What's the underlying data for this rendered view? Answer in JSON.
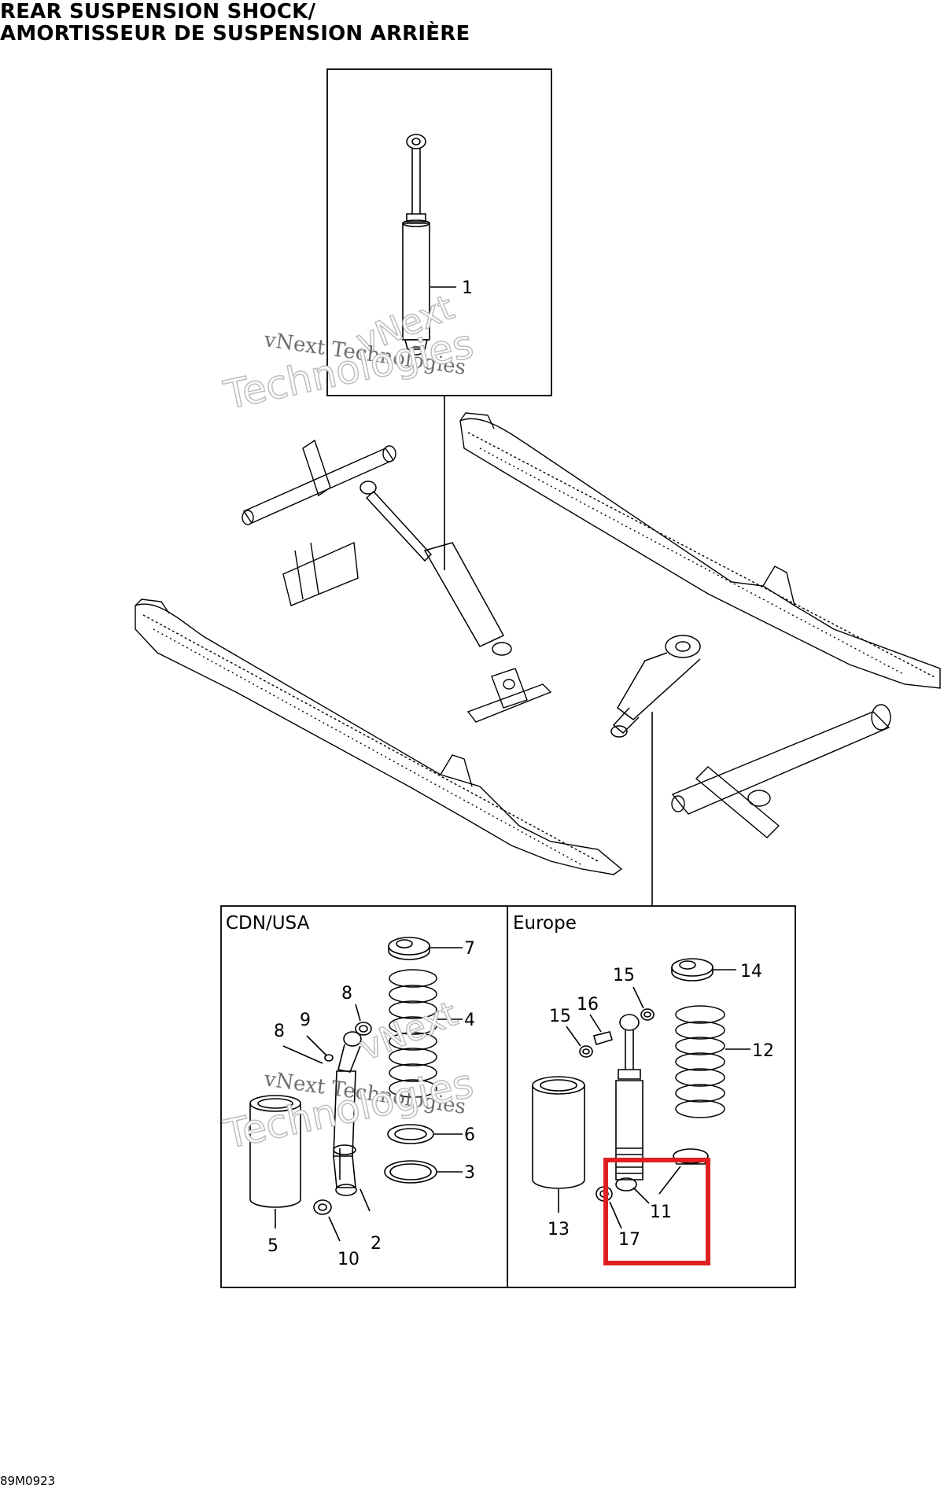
{
  "title_line1": "REAR SUSPENSION SHOCK/",
  "title_line2": "AMORTISSEUR DE SUSPENSION ARRIÈRE",
  "section_left": "CDN/USA",
  "section_right": "Europe",
  "callouts": {
    "c1": "1",
    "c2": "2",
    "c3": "3",
    "c4": "4",
    "c5": "5",
    "c6": "6",
    "c7": "7",
    "c8a": "8",
    "c8b": "8",
    "c9": "9",
    "c10": "10",
    "c11": "11",
    "c12": "12",
    "c13": "13",
    "c14": "14",
    "c15a": "15",
    "c15b": "15",
    "c16": "16",
    "c17": "17"
  },
  "watermark": {
    "line_a": "vNext",
    "line_b": "vNext Technologies",
    "line_c": "Technologies"
  },
  "figure_code": "89M0923",
  "highlight_color": "#e02020"
}
